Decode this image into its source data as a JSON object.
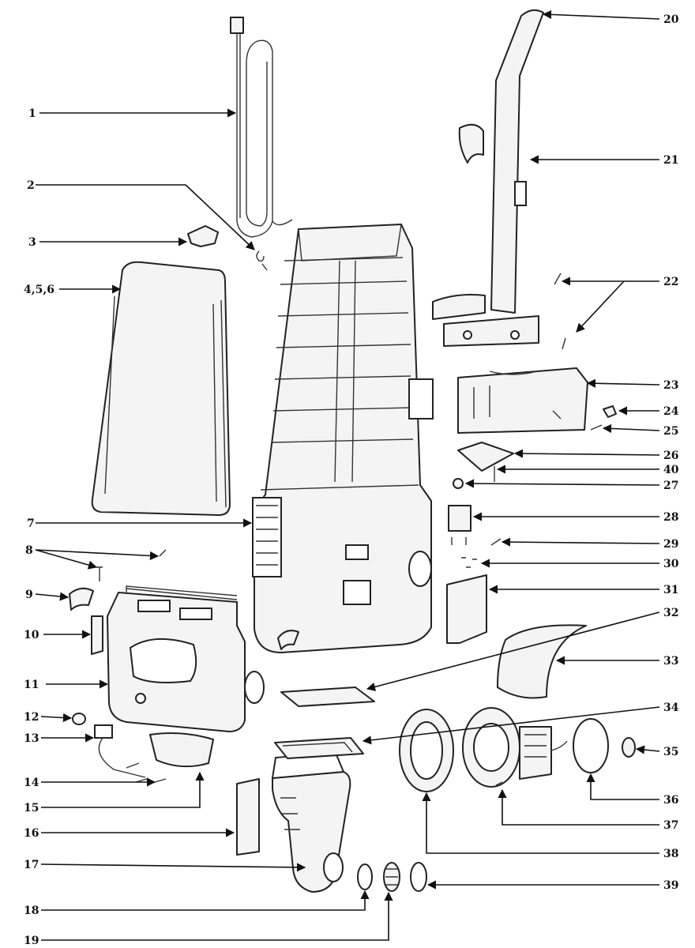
{
  "diagram": {
    "callouts": [
      {
        "id": "c1",
        "label": "1"
      },
      {
        "id": "c2",
        "label": "2"
      },
      {
        "id": "c3",
        "label": "3"
      },
      {
        "id": "c4",
        "label": "4,5,6"
      },
      {
        "id": "c7",
        "label": "7"
      },
      {
        "id": "c8",
        "label": "8"
      },
      {
        "id": "c9",
        "label": "9"
      },
      {
        "id": "c10",
        "label": "10"
      },
      {
        "id": "c11",
        "label": "11"
      },
      {
        "id": "c12",
        "label": "12"
      },
      {
        "id": "c13",
        "label": "13"
      },
      {
        "id": "c14",
        "label": "14"
      },
      {
        "id": "c15",
        "label": "15"
      },
      {
        "id": "c16",
        "label": "16"
      },
      {
        "id": "c17",
        "label": "17"
      },
      {
        "id": "c18",
        "label": "18"
      },
      {
        "id": "c19",
        "label": "19"
      },
      {
        "id": "c20",
        "label": "20"
      },
      {
        "id": "c21",
        "label": "21"
      },
      {
        "id": "c22",
        "label": "22"
      },
      {
        "id": "c23",
        "label": "23"
      },
      {
        "id": "c24",
        "label": "24"
      },
      {
        "id": "c25",
        "label": "25"
      },
      {
        "id": "c26",
        "label": "26"
      },
      {
        "id": "c40",
        "label": "40"
      },
      {
        "id": "c27",
        "label": "27"
      },
      {
        "id": "c28",
        "label": "28"
      },
      {
        "id": "c29",
        "label": "29"
      },
      {
        "id": "c30",
        "label": "30"
      },
      {
        "id": "c31",
        "label": "31"
      },
      {
        "id": "c32",
        "label": "32"
      },
      {
        "id": "c33",
        "label": "33"
      },
      {
        "id": "c34",
        "label": "34"
      },
      {
        "id": "c35",
        "label": "35"
      },
      {
        "id": "c36",
        "label": "36"
      },
      {
        "id": "c37",
        "label": "37"
      },
      {
        "id": "c38",
        "label": "38"
      },
      {
        "id": "c39",
        "label": "39"
      }
    ]
  }
}
